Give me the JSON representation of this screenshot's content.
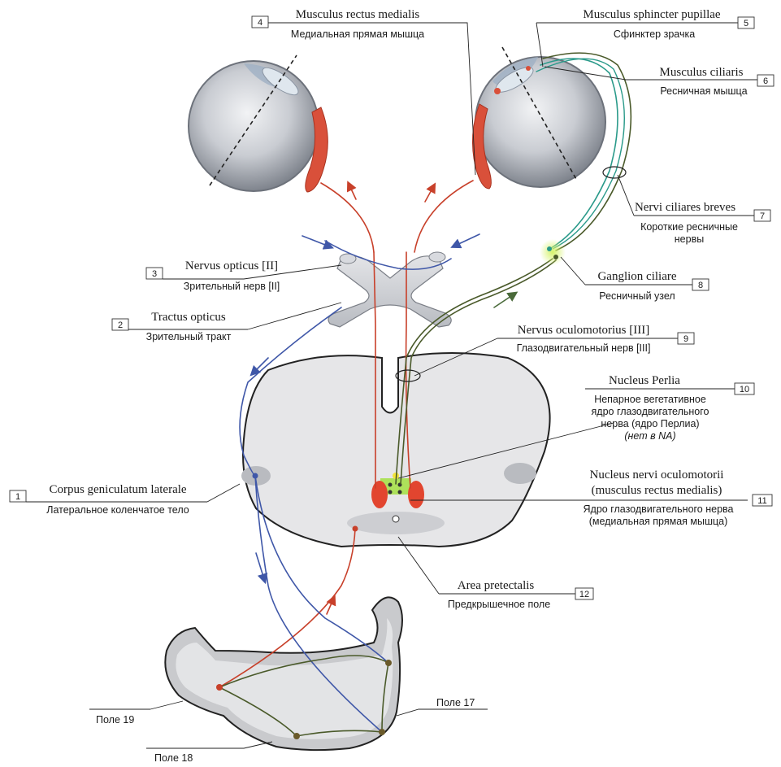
{
  "labels": [
    {
      "num": "1",
      "latin": "Corpus geniculatum laterale",
      "ru": [
        "Латеральное коленчатое тело"
      ]
    },
    {
      "num": "2",
      "latin": "Tractus opticus",
      "ru": [
        "Зрительный тракт"
      ]
    },
    {
      "num": "3",
      "latin": "Nervus opticus [II]",
      "ru": [
        "Зрительный нерв [II]"
      ]
    },
    {
      "num": "4",
      "latin": "Musculus rectus medialis",
      "ru": [
        "Медиальная прямая мышца"
      ]
    },
    {
      "num": "5",
      "latin": "Musculus sphincter pupillae",
      "ru": [
        "Сфинктер зрачка"
      ]
    },
    {
      "num": "6",
      "latin": "Musculus ciliaris",
      "ru": [
        "Ресничная мышца"
      ]
    },
    {
      "num": "7",
      "latin": "Nervi ciliares breves",
      "ru": [
        "Короткие ресничные",
        "нервы"
      ]
    },
    {
      "num": "8",
      "latin": "Ganglion ciliare",
      "ru": [
        "Ресничный узел"
      ]
    },
    {
      "num": "9",
      "latin": "Nervus oculomotorius [III]",
      "ru": [
        "Глазодвигательный нерв [III]"
      ]
    },
    {
      "num": "10",
      "latin": "Nucleus Perlia",
      "ru": [
        "Непарное вегетативное",
        "ядро глазодвигательного",
        "нерва (ядро Перлиа)"
      ],
      "ru_note": "(нет в NA)"
    },
    {
      "num": "11",
      "latin": "Nucleus nervi oculomotorii",
      "latin2": "(musculus rectus medialis)",
      "ru": [
        "Ядро глазодвигательного нерва",
        "(медиальная прямая мышца)"
      ]
    },
    {
      "num": "12",
      "latin": "Area pretectalis",
      "ru": [
        "Предкрышечное поле"
      ]
    }
  ],
  "fields": {
    "f17": "Поле 17",
    "f18": "Поле 18",
    "f19": "Поле 19"
  },
  "colors": {
    "red_path": "#c8402a",
    "blue_path": "#3f57a8",
    "green_path": "#4a5a2a",
    "teal_path": "#2a9a8a",
    "muscle": "#d9503a",
    "tissue": "#e6e6e8"
  }
}
